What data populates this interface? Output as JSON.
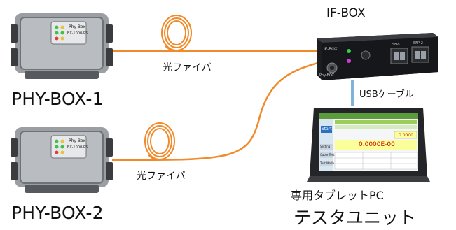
{
  "labels": {
    "phy_box_1": "PHY-BOX-1",
    "phy_box_2": "PHY-BOX-2",
    "fiber_1": "光ファイバ",
    "fiber_2": "光ファイバ",
    "if_box": "IF-BOX",
    "usb_cable": "USBケーブル",
    "tablet_pc": "専用タブレットPC",
    "tester_unit": "テスタユニット"
  },
  "devices": {
    "phy_box_tag": "Phy-Box",
    "phy_box_code": "BX-1000-P5",
    "if_box_name": "IF-BOX",
    "if_box_brand": "Phy-BOX",
    "if_box_port_label": "SFP-1",
    "if_box_port_label_2": "SFP-2"
  },
  "tablet": {
    "start_label": "Start",
    "readout": "0.0000E-00",
    "readout_small": "0.0000",
    "button_setting": "Setting",
    "button_cable": "Cable Test",
    "button_mode": "Test Mode"
  },
  "colors": {
    "fiber": "#f08a2a",
    "usb": "#7fb3d9",
    "box_body": "#8e9196",
    "box_dark": "#3a3c40",
    "if_box_body": "#1c1d20",
    "tablet_frame": "#232528"
  }
}
